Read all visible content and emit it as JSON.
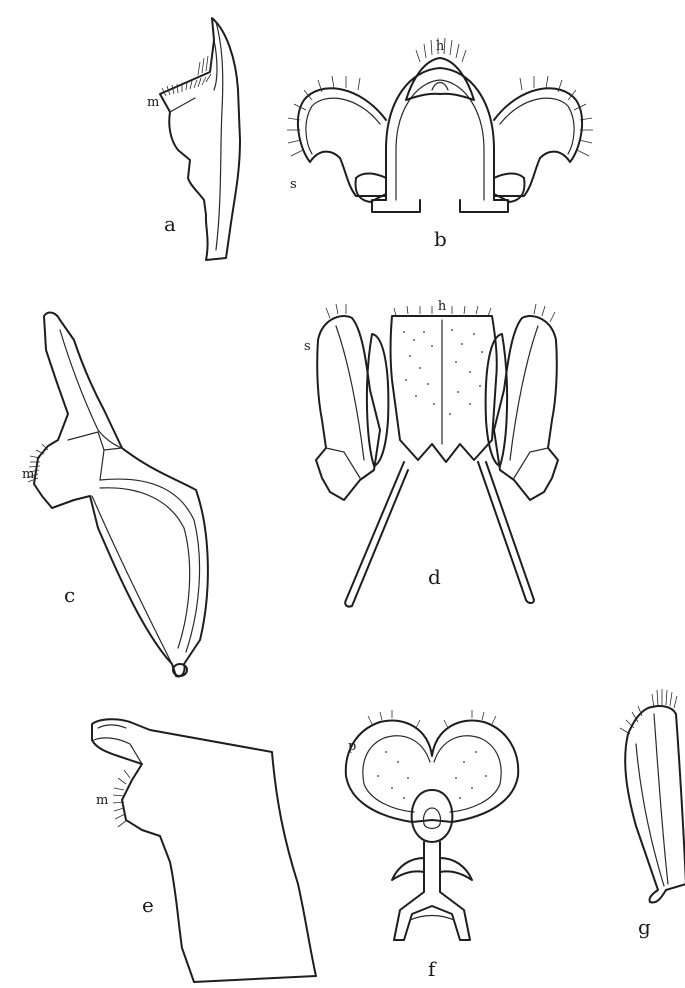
{
  "figure_labels": {
    "a": "a",
    "b": "b",
    "c": "c",
    "d": "d",
    "e": "e",
    "f": "f",
    "g": "g"
  },
  "part_labels": {
    "a_m": "m",
    "b_h": "h",
    "b_s": "s",
    "c_m": "m",
    "d_h": "h",
    "d_s": "s",
    "e_m": "m",
    "f_p": "p"
  }
}
